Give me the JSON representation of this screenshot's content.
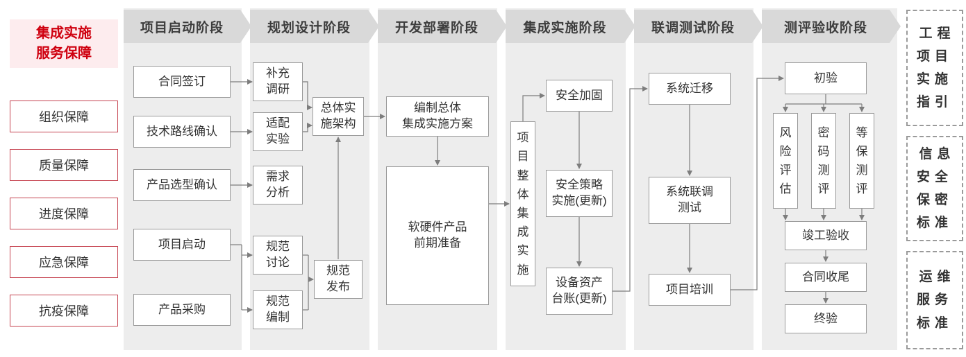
{
  "sidebar": {
    "title": "集成实施\n服务保障",
    "items": [
      {
        "label": "组织保障"
      },
      {
        "label": "质量保障"
      },
      {
        "label": "进度保障"
      },
      {
        "label": "应急保障"
      },
      {
        "label": "抗疫保障"
      }
    ]
  },
  "phases": [
    {
      "header": "项目启动阶段"
    },
    {
      "header": "规划设计阶段"
    },
    {
      "header": "开发部署阶段"
    },
    {
      "header": "集成实施阶段"
    },
    {
      "header": "联调测试阶段"
    },
    {
      "header": "测评验收阶段"
    }
  ],
  "nodes": {
    "contract_signing": "合同签订",
    "tech_route_confirm": "技术路线确认",
    "product_selection_confirm": "产品选型确认",
    "project_kickoff": "项目启动",
    "product_procurement": "产品采购",
    "supplement_research": "补充\n调研",
    "adaptation_test": "适配\n实验",
    "requirement_analysis": "需求\n分析",
    "spec_discussion": "规范\n讨论",
    "spec_compilation": "规范\n编制",
    "overall_architecture": "总体实\n施架构",
    "spec_release": "规范\n发布",
    "integration_plan": "编制总体\n集成实施方案",
    "product_preparation": "软硬件产品\n前期准备",
    "overall_integration": "项\n目\n整\n体\n集\n成\n实\n施",
    "security_hardening": "安全加固",
    "security_policy": "安全策略\n实施(更新)",
    "asset_ledger": "设备资产\n台账(更新)",
    "system_migration": "系统迁移",
    "joint_testing": "系统联调\n测试",
    "project_training": "项目培训",
    "initial_acceptance": "初验",
    "risk_assessment": "风\n险\n评\n估",
    "crypto_evaluation": "密\n码\n测\n评",
    "mlps_evaluation": "等\n保\n测\n评",
    "completion_acceptance": "竣工验收",
    "contract_closure": "合同收尾",
    "final_acceptance": "终验"
  },
  "side_panels": [
    {
      "label": "工程\n项目\n实施\n指引"
    },
    {
      "label": "信息\n安全\n保密\n标准"
    },
    {
      "label": "运维\n服务\n标准"
    }
  ],
  "colors": {
    "accent_red": "#cf000f",
    "band_gray": "#ededed",
    "header_gray": "#d9d9d9",
    "box_border": "#9a9a9a",
    "arrow": "#7d7d7d"
  }
}
